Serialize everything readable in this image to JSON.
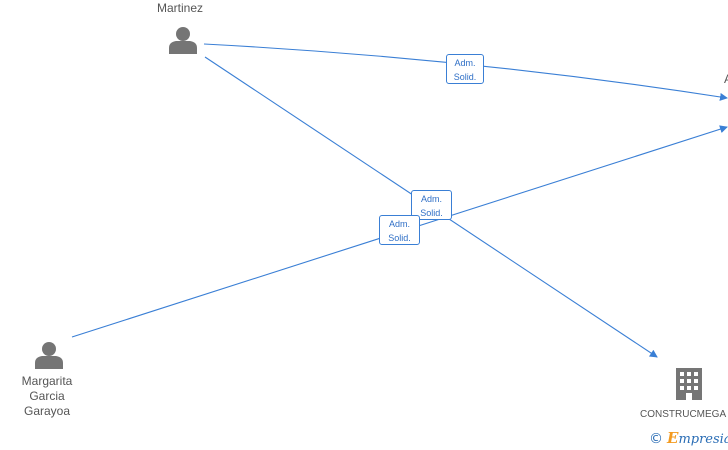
{
  "nodes": {
    "martinez": {
      "label": "Martinez"
    },
    "margarita": {
      "label_lines": [
        "Margarita",
        "Garcia",
        "Garayoa"
      ]
    },
    "construcmega": {
      "label": "CONSTRUCMEGA"
    },
    "offscreen_top": {
      "label": "A"
    }
  },
  "edges": [
    {
      "label_line1": "Adm.",
      "label_line2": "Solid."
    },
    {
      "label_line1": "Adm.",
      "label_line2": "Solid."
    },
    {
      "label_line1": "Adm.",
      "label_line2": "Solid."
    }
  ],
  "watermark": {
    "copyright_symbol": "©",
    "brand_initial": "E",
    "brand_rest": "mpresia"
  },
  "colors": {
    "edge": "#3a7fd5",
    "icon": "#757575",
    "label_text": "#555555",
    "brand_blue": "#2a6db5",
    "brand_orange": "#f39a1f"
  },
  "icons": [
    "person-icon",
    "person-icon",
    "building-icon",
    "copyright-icon"
  ]
}
